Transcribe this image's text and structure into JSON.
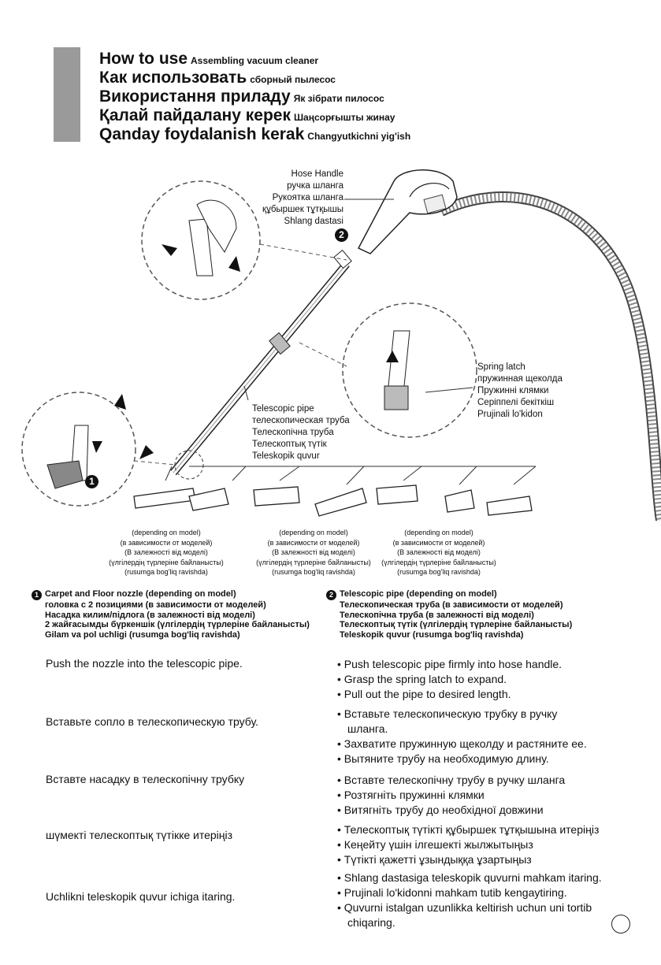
{
  "titles": [
    {
      "main": "How to use",
      "sub": "Assembling vacuum cleaner"
    },
    {
      "main": "Как использовать",
      "sub": "сборный пылесос"
    },
    {
      "main": "Використання приладу",
      "sub": "Як зібрати пилосос"
    },
    {
      "main": "Қалай пайдалану керек",
      "sub": "Шаңсорғышты жинау"
    },
    {
      "main": "Qanday foydalanish kerak",
      "sub": "Changyutkichni yig'ish"
    }
  ],
  "labels": {
    "hose_handle": [
      "Hose Handle",
      "ручка шланга",
      "Рукоятка шланга",
      "құбыршек тұтқышы",
      "Shlang dastasi"
    ],
    "spring_latch": [
      "Spring latch",
      "пружинная щеколда",
      "Пружинні клямки",
      "Серіппелі бекіткіш",
      "Prujinali lo'kidon"
    ],
    "telescopic_pipe": [
      "Telescopic pipe",
      "телескопическая труба",
      "Телескопічна труба",
      "Телескоптық түтік",
      "Teleskopik quvur"
    ]
  },
  "markers": {
    "one": "1",
    "two": "2"
  },
  "model_note": [
    "(depending on model)",
    "(в зависимости от моделей)",
    "(В залежності від моделі)",
    "(үлгілердің түрлеріне байланысты)",
    "(rusumga bog'liq ravishda)"
  ],
  "section1": {
    "num": "1",
    "lines": [
      "Carpet and Floor nozzle (depending on model)",
      "головка с 2 позициями (в зависимости от моделей)",
      "Насадка килим/підлога (в залежності від моделі)",
      "2 жайғасымды бүркеншік (үлгілердің түрлеріне байланысты)",
      "Gilam va pol uchligi (rusumga bog'liq ravishda)"
    ]
  },
  "section2": {
    "num": "2",
    "lines": [
      "Telescopic pipe (depending on model)",
      "Телескопическая труба (в зависимости от моделей)",
      "Телескопічна труба (в залежності від моделі)",
      "Телескоптық түтік (үлгілердің түрлеріне байланысты)",
      "Teleskopik quvur (rusumga bog'liq ravishda)"
    ]
  },
  "instructions": {
    "left": [
      "Push the nozzle into the telescopic pipe.",
      "Вставьте сопло в телескопическую трубу.",
      "Вставте насадку в телескопічну трубку",
      "шүмекті телескоптық түтікке итеріңіз",
      "Uchlikni teleskopik quvur ichiga itaring."
    ],
    "en": [
      "• Push telescopic pipe firmly into hose handle.",
      "• Grasp the spring latch to expand.",
      "• Pull out the pipe to desired length."
    ],
    "ru": [
      "• Вставьте телескопическую трубку в ручку",
      "шланга.",
      "• Захватите пружинную щеколду и растяните ее.",
      "• Вытяните трубу на необходимую длину."
    ],
    "uk": [
      "• Вставте телескопічну трубу в ручку шланга",
      "• Розтягніть пружинні клямки",
      "• Витягніть трубу до необхідної довжини"
    ],
    "kk": [
      "• Телескоптық түтікті құбыршек тұтқышына итеріңіз",
      "• Кеңейту үшін ілгешекті жылжытыңыз",
      "• Түтікті қажетті ұзындыққа ұзартыңыз"
    ],
    "uz": [
      "• Shlang dastasiga teleskopik quvurni mahkam itaring.",
      "• Prujinali lo'kidonni mahkam tutib kengaytiring.",
      "• Quvurni istalgan uzunlikka keltirish uchun uni tortib",
      "chiqaring."
    ]
  }
}
